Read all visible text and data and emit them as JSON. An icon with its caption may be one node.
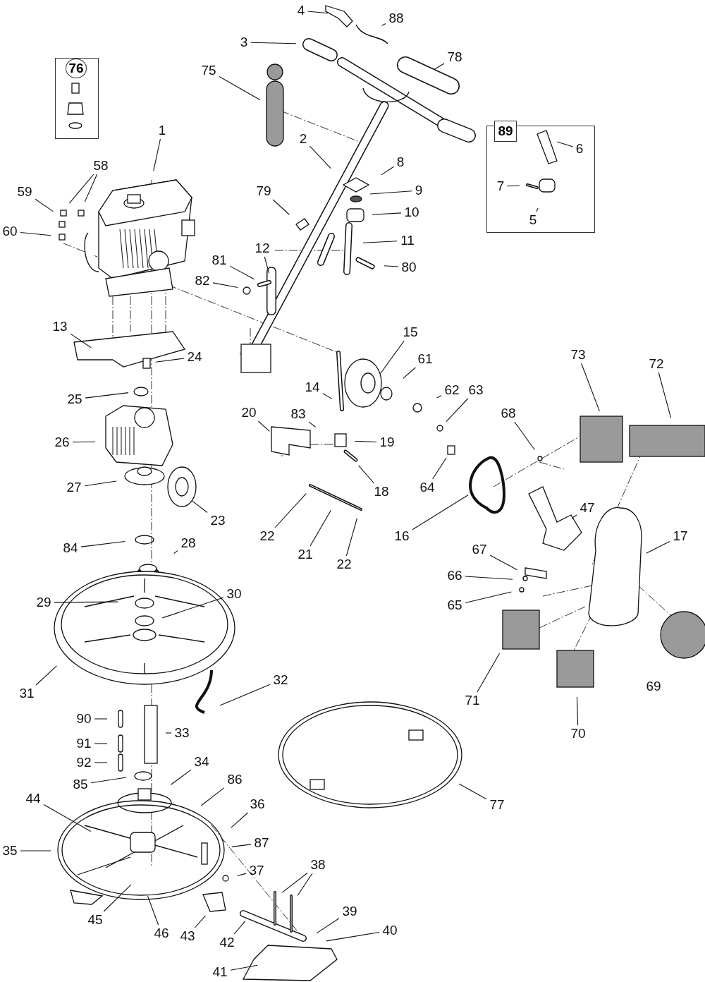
{
  "diagram": {
    "nodes": [
      {
        "text": [
          "4"
        ]
      },
      {
        "text": [
          "88"
        ]
      },
      {
        "text": [
          "3"
        ]
      },
      {
        "text": [
          "78"
        ]
      },
      {
        "text": [
          "76"
        ]
      },
      {
        "text": [
          "75"
        ]
      },
      {
        "text": [
          "89"
        ]
      },
      {
        "text": [
          "6"
        ],
        "in": 6
      },
      {
        "text": [
          "7"
        ],
        "in": 6
      },
      {
        "text": [
          "5"
        ],
        "in": 6
      },
      {
        "text": [
          "1"
        ]
      },
      {
        "text": [
          "2"
        ]
      },
      {
        "text": [
          "58"
        ]
      },
      {
        "text": [
          "8"
        ]
      },
      {
        "text": [
          "59"
        ]
      },
      {
        "text": [
          "9"
        ]
      },
      {
        "text": [
          "79"
        ]
      },
      {
        "text": [
          "10"
        ]
      },
      {
        "text": [
          "60"
        ]
      },
      {
        "text": [
          "11"
        ]
      },
      {
        "text": [
          "12"
        ]
      },
      {
        "text": [
          "81"
        ]
      },
      {
        "text": [
          "80"
        ]
      },
      {
        "text": [
          "82"
        ]
      },
      {
        "text": [
          "13"
        ]
      },
      {
        "text": [
          "15"
        ]
      },
      {
        "text": [
          "73"
        ]
      },
      {
        "text": [
          "24"
        ]
      },
      {
        "text": [
          "72"
        ]
      },
      {
        "text": [
          "61"
        ]
      },
      {
        "text": [
          "14"
        ]
      },
      {
        "text": [
          "62"
        ]
      },
      {
        "text": [
          "63"
        ]
      },
      {
        "text": [
          "25"
        ]
      },
      {
        "text": [
          "20"
        ]
      },
      {
        "text": [
          "83"
        ]
      },
      {
        "text": [
          "68"
        ]
      },
      {
        "text": [
          "26"
        ]
      },
      {
        "text": [
          "19"
        ]
      },
      {
        "text": [
          "27"
        ]
      },
      {
        "text": [
          "64"
        ]
      },
      {
        "text": [
          "18"
        ]
      },
      {
        "text": [
          "47"
        ]
      },
      {
        "text": [
          "23"
        ]
      },
      {
        "text": [
          "22"
        ]
      },
      {
        "text": [
          "16"
        ]
      },
      {
        "text": [
          "17"
        ]
      },
      {
        "text": [
          "84"
        ]
      },
      {
        "text": [
          "28"
        ]
      },
      {
        "text": [
          "67"
        ]
      },
      {
        "text": [
          "21"
        ]
      },
      {
        "text": [
          "22"
        ]
      },
      {
        "text": [
          "66"
        ]
      },
      {
        "text": [
          "30"
        ]
      },
      {
        "text": [
          "29"
        ]
      },
      {
        "text": [
          "65"
        ]
      },
      {
        "text": [
          "31"
        ]
      },
      {
        "text": [
          "32"
        ]
      },
      {
        "text": [
          "71"
        ]
      },
      {
        "text": [
          "90"
        ]
      },
      {
        "text": [
          "33"
        ]
      },
      {
        "text": [
          "70"
        ]
      },
      {
        "text": [
          "91"
        ]
      },
      {
        "text": [
          "92"
        ]
      },
      {
        "text": [
          "34"
        ]
      },
      {
        "text": [
          "86"
        ]
      },
      {
        "text": [
          "85"
        ]
      },
      {
        "text": [
          "44"
        ]
      },
      {
        "text": [
          "36"
        ]
      },
      {
        "text": [
          "77"
        ]
      },
      {
        "text": [
          "87"
        ]
      },
      {
        "text": [
          "35"
        ]
      },
      {
        "text": [
          "37"
        ]
      },
      {
        "text": [
          "38"
        ]
      },
      {
        "text": [
          "39"
        ]
      },
      {
        "text": [
          "45"
        ]
      },
      {
        "text": [
          "40"
        ]
      },
      {
        "text": [
          "46"
        ]
      },
      {
        "text": [
          "43"
        ]
      },
      {
        "text": [
          "42"
        ]
      },
      {
        "text": [
          "41"
        ]
      }
    ],
    "edges": [
      {
        "from": 0,
        "to": null,
        "arrow": "none"
      },
      {
        "from": 1,
        "to": null,
        "arrow": "none"
      },
      {
        "from": 2,
        "to": null,
        "arrow": "none"
      },
      {
        "from": 3,
        "to": null,
        "arrow": "none"
      },
      {
        "from": 5,
        "to": null,
        "arrow": "none"
      },
      {
        "from": 7,
        "to": null,
        "arrow": "none"
      },
      {
        "from": 8,
        "to": null,
        "arrow": "none"
      },
      {
        "from": 9,
        "to": null,
        "arrow": "none"
      },
      {
        "from": 10,
        "to": null,
        "arrow": "none"
      },
      {
        "from": 11,
        "to": null,
        "arrow": "none"
      },
      {
        "from": 12,
        "to": null,
        "arrow": "none"
      },
      {
        "from": 12,
        "to": null,
        "arrow": "none"
      },
      {
        "from": 13,
        "to": null,
        "arrow": "none"
      },
      {
        "from": 14,
        "to": null,
        "arrow": "none"
      },
      {
        "from": 15,
        "to": null,
        "arrow": "none"
      },
      {
        "from": 16,
        "to": null,
        "arrow": "none"
      },
      {
        "from": 17,
        "to": null,
        "arrow": "none"
      },
      {
        "from": 18,
        "to": null,
        "arrow": "none"
      },
      {
        "from": 19,
        "to": null,
        "arrow": "none"
      },
      {
        "from": 20,
        "to": null,
        "arrow": "none"
      },
      {
        "from": 21,
        "to": null,
        "arrow": "none"
      },
      {
        "from": 22,
        "to": null,
        "arrow": "none"
      },
      {
        "from": 23,
        "to": null,
        "arrow": "none"
      },
      {
        "from": 24,
        "to": null,
        "arrow": "none"
      },
      {
        "from": 25,
        "to": null,
        "arrow": "none"
      },
      {
        "from": 26,
        "to": null,
        "arrow": "none"
      },
      {
        "from": 27,
        "to": null,
        "arrow": "none"
      },
      {
        "from": 28,
        "to": null,
        "arrow": "none"
      },
      {
        "from": 29,
        "to": null,
        "arrow": "none"
      },
      {
        "from": 30,
        "to": null,
        "arrow": "none"
      },
      {
        "from": 31,
        "to": null,
        "arrow": "none"
      },
      {
        "from": 32,
        "to": null,
        "arrow": "none"
      },
      {
        "from": 33,
        "to": null,
        "arrow": "none"
      },
      {
        "from": 34,
        "to": null,
        "arrow": "none"
      },
      {
        "from": 35,
        "to": null,
        "arrow": "none"
      },
      {
        "from": 36,
        "to": null,
        "arrow": "none"
      },
      {
        "from": 37,
        "to": null,
        "arrow": "none"
      },
      {
        "from": 38,
        "to": null,
        "arrow": "none"
      },
      {
        "from": 39,
        "to": null,
        "arrow": "none"
      },
      {
        "from": 40,
        "to": null,
        "arrow": "none"
      },
      {
        "from": 41,
        "to": null,
        "arrow": "none"
      },
      {
        "from": 42,
        "to": null,
        "arrow": "none"
      },
      {
        "from": 43,
        "to": null,
        "arrow": "none"
      },
      {
        "from": 44,
        "to": null,
        "arrow": "none"
      },
      {
        "from": 45,
        "to": null,
        "arrow": "none"
      },
      {
        "from": 46,
        "to": null,
        "arrow": "none"
      },
      {
        "from": 47,
        "to": null,
        "arrow": "none"
      },
      {
        "from": 48,
        "to": null,
        "arrow": "none"
      },
      {
        "from": 49,
        "to": null,
        "arrow": "none"
      },
      {
        "from": 50,
        "to": null,
        "arrow": "none"
      },
      {
        "from": 51,
        "to": null,
        "arrow": "none"
      },
      {
        "from": 52,
        "to": null,
        "arrow": "none"
      },
      {
        "from": 53,
        "to": null,
        "arrow": "none"
      },
      {
        "from": 54,
        "to": null,
        "arrow": "none"
      },
      {
        "from": 55,
        "to": null,
        "arrow": "none"
      },
      {
        "from": 56,
        "to": null,
        "arrow": "none"
      },
      {
        "from": 57,
        "to": null,
        "arrow": "none"
      },
      {
        "from": 58,
        "to": null,
        "arrow": "none"
      },
      {
        "from": 59,
        "to": null,
        "arrow": "none"
      },
      {
        "from": 60,
        "to": null,
        "arrow": "none"
      },
      {
        "from": 61,
        "to": null,
        "arrow": "none"
      },
      {
        "from": 62,
        "to": null,
        "arrow": "none"
      },
      {
        "from": 63,
        "to": null,
        "arrow": "none"
      },
      {
        "from": 64,
        "to": null,
        "arrow": "none"
      },
      {
        "from": 65,
        "to": null,
        "arrow": "none"
      },
      {
        "from": 66,
        "to": null,
        "arrow": "none"
      },
      {
        "from": 67,
        "to": null,
        "arrow": "none"
      },
      {
        "from": 68,
        "to": null,
        "arrow": "none"
      },
      {
        "from": 69,
        "to": null,
        "arrow": "none"
      },
      {
        "from": 70,
        "to": null,
        "arrow": "none"
      },
      {
        "from": 71,
        "to": null,
        "arrow": "none"
      },
      {
        "from": 72,
        "to": null,
        "arrow": "none"
      },
      {
        "from": 73,
        "to": null,
        "arrow": "none"
      },
      {
        "from": 73,
        "to": null,
        "arrow": "none"
      },
      {
        "from": 74,
        "to": null,
        "arrow": "none"
      },
      {
        "from": 75,
        "to": null,
        "arrow": "none"
      },
      {
        "from": 76,
        "to": null,
        "arrow": "none"
      },
      {
        "from": 77,
        "to": null,
        "arrow": "none"
      },
      {
        "from": 78,
        "to": null,
        "arrow": "none"
      },
      {
        "from": 79,
        "to": null,
        "arrow": "none"
      },
      {
        "from": 80,
        "to": null,
        "arrow": "none"
      }
    ],
    "labels": [
      "69"
    ]
  }
}
